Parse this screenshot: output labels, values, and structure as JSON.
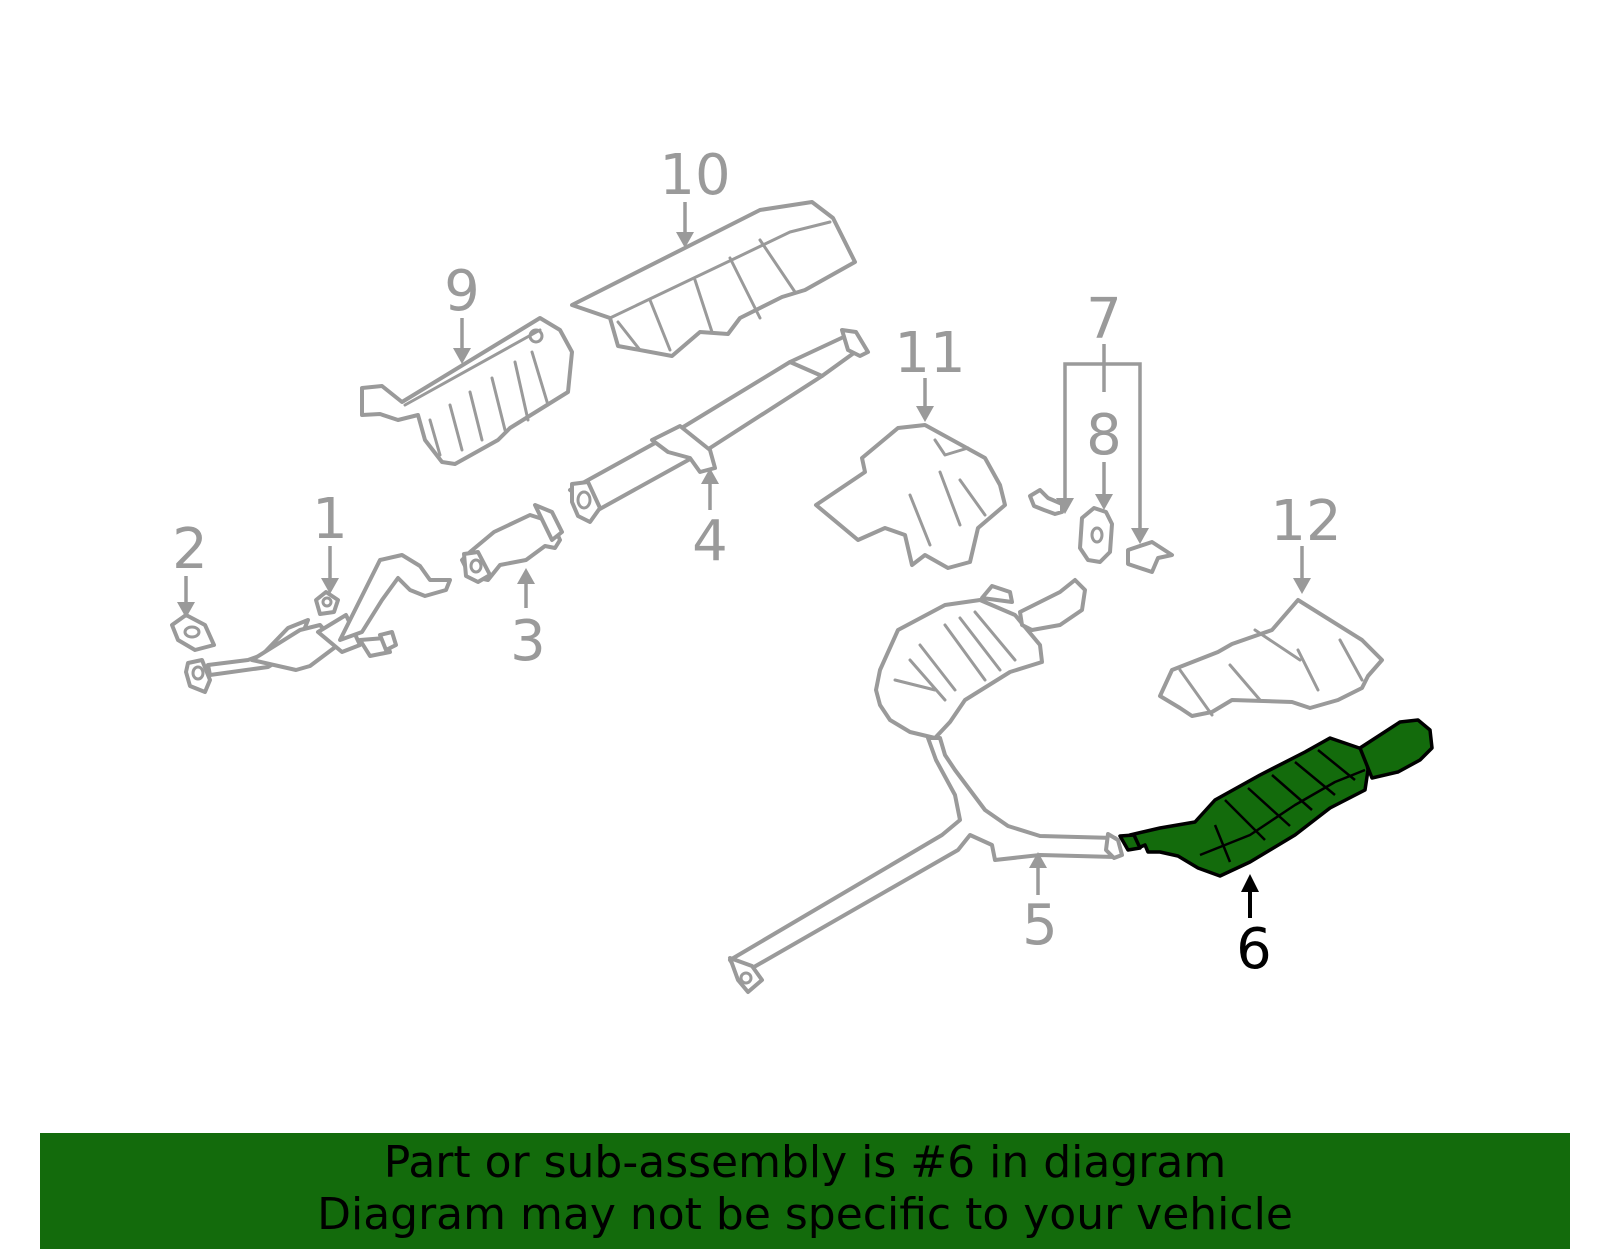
{
  "diagram": {
    "callouts": {
      "c1": "1",
      "c2": "2",
      "c3": "3",
      "c4": "4",
      "c5": "5",
      "c6": "6",
      "c7": "7",
      "c8": "8",
      "c9": "9",
      "c10": "10",
      "c11": "11",
      "c12": "12"
    },
    "highlighted_part": "6",
    "colors": {
      "line": "#9a9a9a",
      "highlight_fill": "#136b0c",
      "banner": "#136b0c"
    }
  },
  "banner": {
    "line1": "Part or sub-assembly is #6 in diagram",
    "line2": "Diagram may not be specific to your vehicle"
  }
}
